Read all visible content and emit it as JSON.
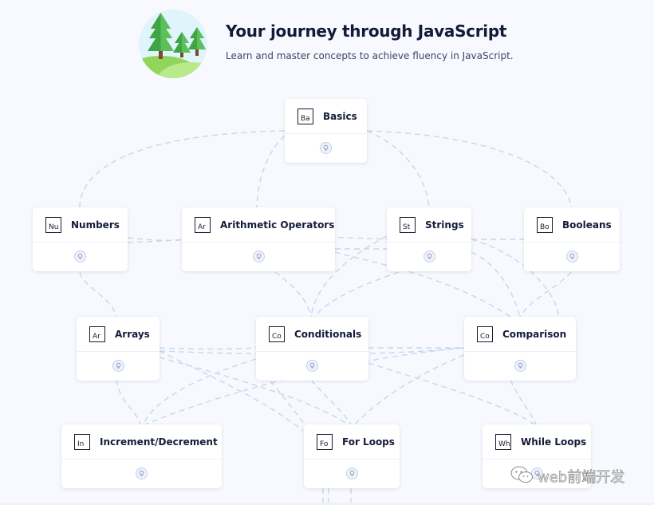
{
  "header": {
    "title": "Your journey through JavaScript",
    "subtitle": "Learn and master concepts to achieve fluency in JavaScript.",
    "illustration_icon": "pine-trees-illustration"
  },
  "nodes": {
    "basics": {
      "abbr": "Ba",
      "label": "Basics"
    },
    "numbers": {
      "abbr": "Nu",
      "label": "Numbers"
    },
    "arithmetic_operators": {
      "abbr": "Ar",
      "label": "Arithmetic Operators"
    },
    "strings": {
      "abbr": "St",
      "label": "Strings"
    },
    "booleans": {
      "abbr": "Bo",
      "label": "Booleans"
    },
    "arrays": {
      "abbr": "Ar",
      "label": "Arrays"
    },
    "conditionals": {
      "abbr": "Co",
      "label": "Conditionals"
    },
    "comparison": {
      "abbr": "Co",
      "label": "Comparison"
    },
    "increment_decrement": {
      "abbr": "In",
      "label": "Increment/Decrement"
    },
    "for_loops": {
      "abbr": "Fo",
      "label": "For Loops"
    },
    "while_loops": {
      "abbr": "Wh",
      "label": "While Loops"
    }
  },
  "node_icon": "lightbulb-icon",
  "watermark": {
    "text": "web前端开发",
    "icon": "wechat-icon"
  },
  "colors": {
    "background": "#f7f9fe",
    "card": "#ffffff",
    "connector": "#c9d6ee",
    "title": "#141b38"
  }
}
